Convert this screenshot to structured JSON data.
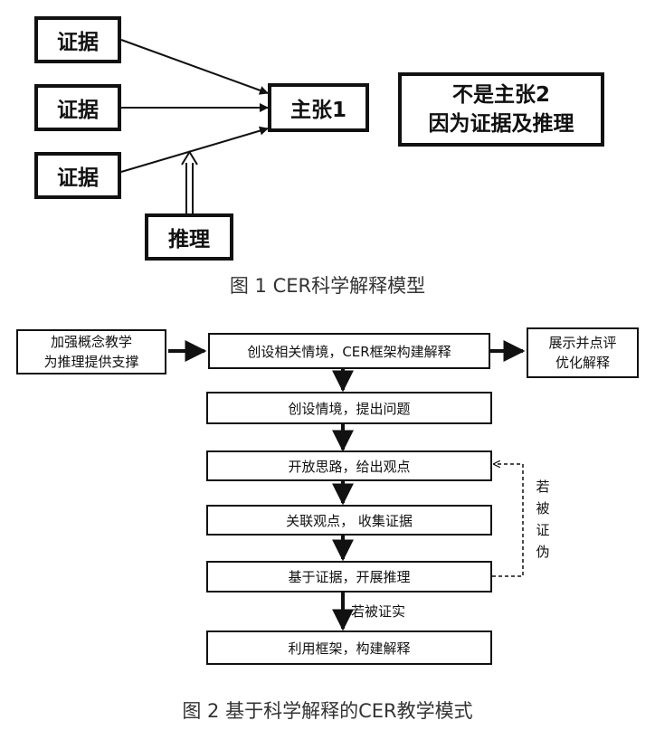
{
  "figure1": {
    "evidence_1": "证据",
    "evidence_2": "证据",
    "evidence_3": "证据",
    "reasoning": "推理",
    "claim_1": "主张1",
    "claim_2_line1": "不是主张2",
    "claim_2_line2": "因为证据及推理",
    "caption": "图 1  CER科学解释模型"
  },
  "figure2": {
    "left_line1": "加强概念教学",
    "left_line2": "为推理提供支撑",
    "top": "创设相关情境，CER框架构建解释",
    "right_line1": "展示并点评",
    "right_line2": "优化解释",
    "step_1": "创设情境，提出问题",
    "step_2": "开放思路，给出观点",
    "step_3": "关联观点， 收集证据",
    "step_4": "基于证据，开展推理",
    "step_5": "利用框架，构建解释",
    "if_falsified": "若被证伪",
    "if_verified": "若被证实",
    "caption": "图 2  基于科学解释的CER教学模式"
  }
}
